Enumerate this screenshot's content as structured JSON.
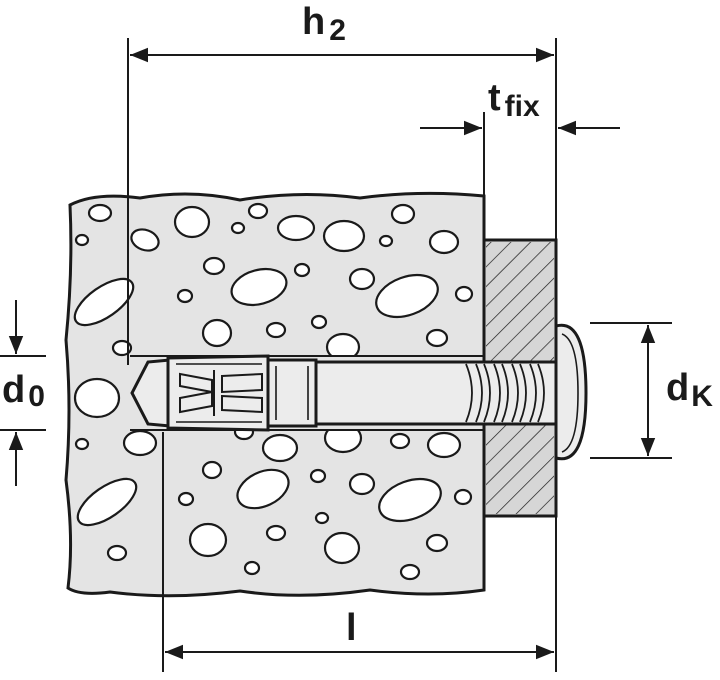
{
  "labels": {
    "h2_main": "h",
    "h2_sub": "2",
    "tfix_main": "t",
    "tfix_sub": "fix",
    "d0_main": "d",
    "d0_sub": "0",
    "dk_main": "d",
    "dk_sub": "K",
    "l": "l"
  },
  "colors": {
    "concrete": "#e4e4e4",
    "line": "#1a1a1a",
    "fixture": "#d6d6d6",
    "anchor": "#ececec",
    "background": "#ffffff"
  }
}
